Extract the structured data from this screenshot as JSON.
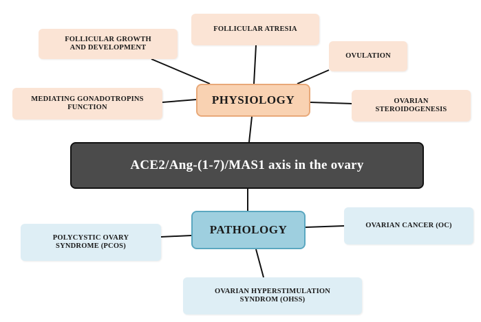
{
  "central": {
    "label": "ACE2/Ang-(1-7)/MAS1 axis in the ovary"
  },
  "physiology": {
    "label": "PHYSIOLOGY",
    "items": [
      {
        "label": "FOLLICULAR  GROWTH\nAND DEVELOPMENT"
      },
      {
        "label": "FOLLICULAR  ATRESIA"
      },
      {
        "label": "OVULATION"
      },
      {
        "label": "MEDIATING GONADOTROPINS\nFUNCTION"
      },
      {
        "label": "OVARIAN\nSTEROIDOGENESIS"
      }
    ]
  },
  "pathology": {
    "label": "PATHOLOGY",
    "items": [
      {
        "label": "POLYCYSTIC  OVARY\nSYNDROME (PCOS)"
      },
      {
        "label": "OVARIAN CANCER (OC)"
      },
      {
        "label": "OVARIAN HYPERSTIMULATION\nSYNDROM (OHSS)"
      }
    ]
  },
  "colors": {
    "physiology_fill": "#f9d2b2",
    "physiology_items": "#fbe4d5",
    "pathology_fill": "#9ecfdf",
    "pathology_items": "#deeef5",
    "central_fill": "#4b4b4b"
  }
}
